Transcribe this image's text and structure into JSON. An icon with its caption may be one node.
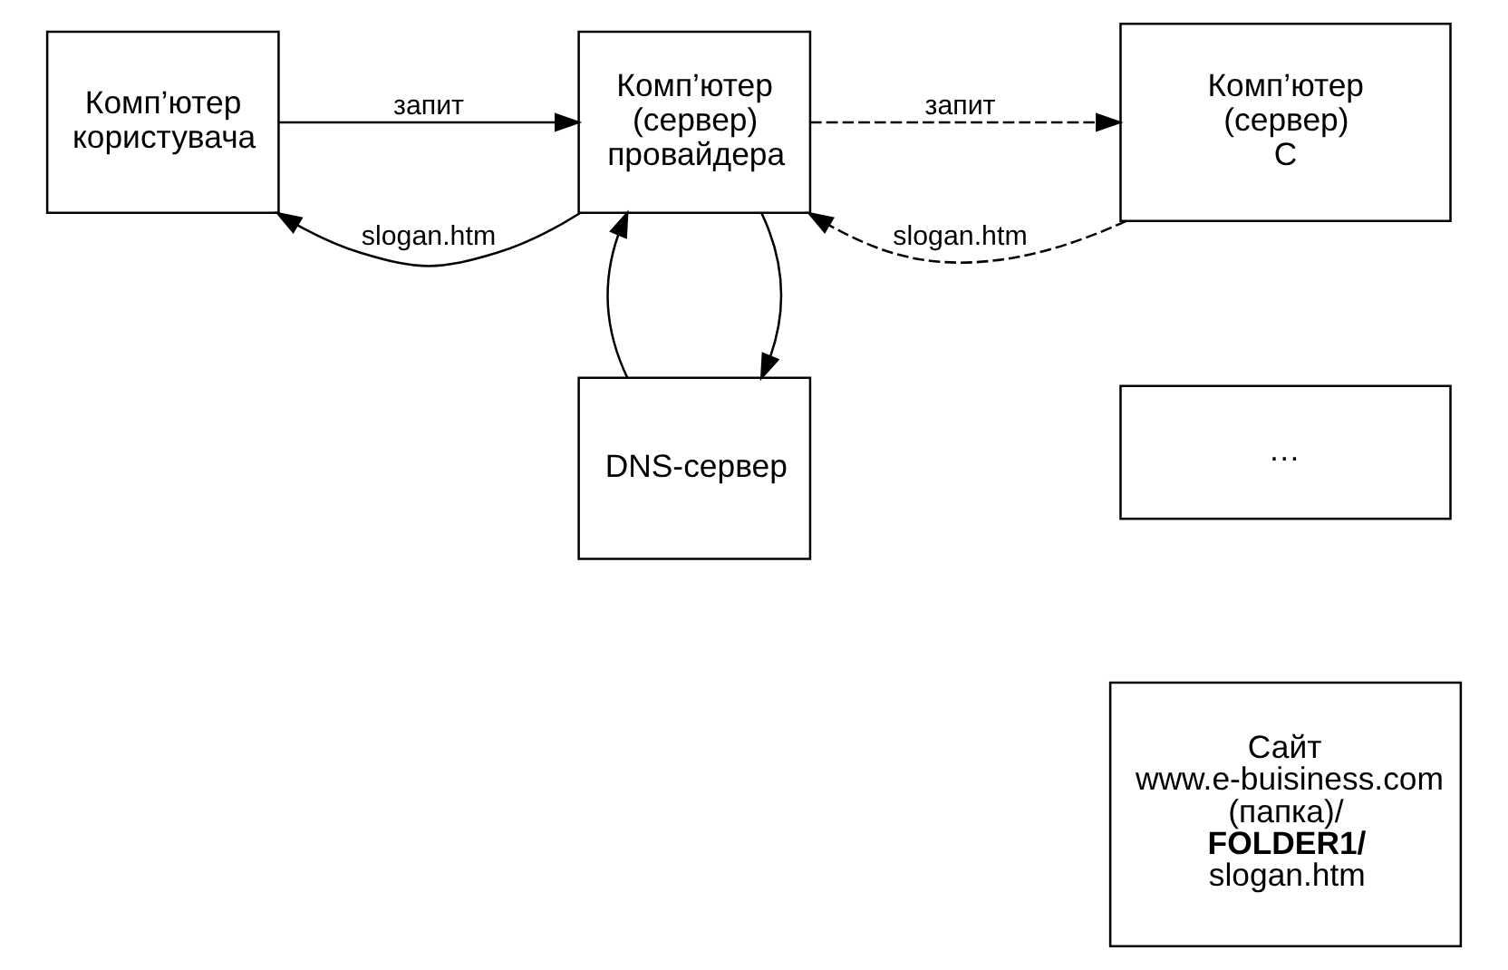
{
  "diagram": {
    "nodes": [
      {
        "text": [
          "DNS-сервер"
        ]
      },
      {
        "text": [
          "Комп’ютер користувача"
        ]
      },
      {
        "text": [
          "Комп’ютер (сервер) провайдера"
        ]
      },
      {
        "text": [
          "Комп’ютер (сервер) С"
        ]
      },
      {
        "text": [
          "…"
        ]
      },
      {
        "text": [
          "Сайт www.e-buisiness.com (папка)/ **FOLDER1/** slogan.htm"
        ]
      }
    ],
    "edges": [
      {
        "from": 2,
        "to": 0,
        "arrow": "to"
      },
      {
        "from": 0,
        "to": 2,
        "arrow": "to"
      },
      {
        "from": 2,
        "to": 1,
        "arrow": "to",
        "label": "slogan.htm"
      },
      {
        "from": 1,
        "to": 2,
        "arrow": "to",
        "label": "запит"
      },
      {
        "from": 3,
        "to": 2,
        "arrow": "to",
        "label": "slogan.htm",
        "style": "dashed"
      },
      {
        "from": 2,
        "to": 3,
        "arrow": "to",
        "label": "запит",
        "style": "dashed"
      }
    ]
  }
}
